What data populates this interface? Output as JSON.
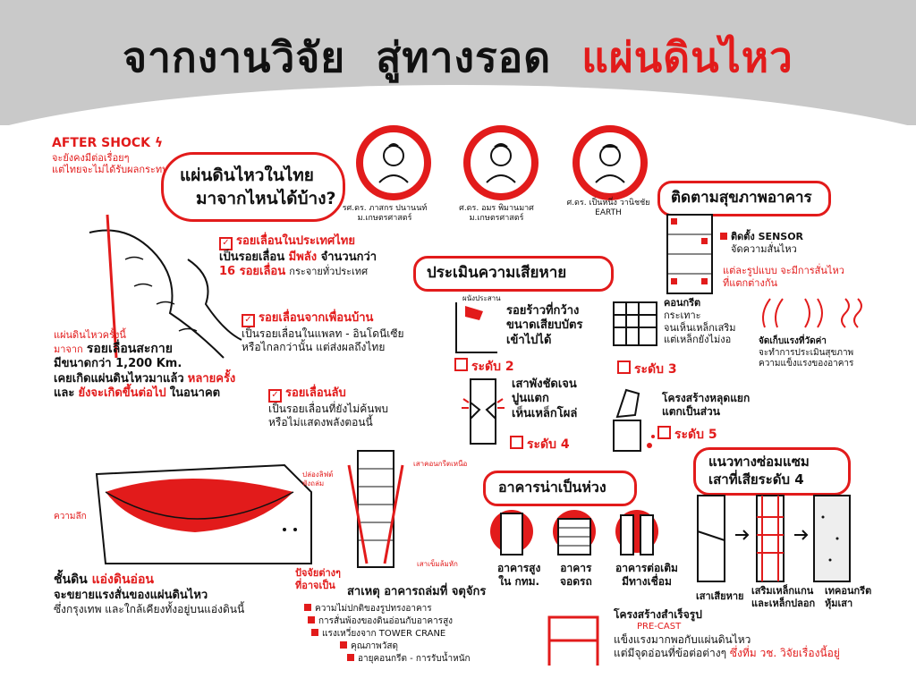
{
  "title": {
    "part1": "จากงานวิจัย",
    "part2": "สู่ทางรอด",
    "part3": "แผ่นดินไหว"
  },
  "aftershock": {
    "heading": "AFTER SHOCK",
    "line1": "จะยังคงมีต่อเรื่อยๆ",
    "line2": "แต่ไทยจะไม่ได้รับผลกระทบ"
  },
  "question": {
    "line1": "แผ่นดินไหวในไทย",
    "line2": "มาจากไหนได้บ้าง?"
  },
  "people": [
    {
      "name": "รศ.ดร. ภาสกร ปนานนท์",
      "org": "ม.เกษตรศาสตร์"
    },
    {
      "name": "ศ.ดร. อมร พิมานมาศ",
      "org": "ม.เกษตรศาสตร์"
    },
    {
      "name": "ศ.ดร. เป็นหนึ่ง วานิชชัย",
      "org": "EARTH"
    }
  ],
  "faults": {
    "f1_head": "รอยเลื่อนในประเทศไทย",
    "f1_line1a": "เป็นรอยเลื่อน",
    "f1_line1b": "มีพลัง",
    "f1_line1c": "จำนวนกว่า",
    "f1_line2a": "16 รอยเลื่อน",
    "f1_line2b": "กระจายทั่วประเทศ",
    "f2_head": "รอยเลื่อนจากเพื่อนบ้าน",
    "f2_line1": "เป็นรอยเลื่อนในแพลท - อินโดนีเซีย",
    "f2_line2": "หรือไกลกว่านั้น แต่ส่งผลถึงไทย",
    "f3_head": "รอยเลื่อนลับ",
    "f3_line1": "เป็นรอยเลื่อนที่ยังไม่ค้นพบ",
    "f3_line2": "หรือไม่แสดงพลังตอนนี้"
  },
  "sagaing": {
    "l1": "แผ่นดินไหวครั้งนี้",
    "l2a": "มาจาก",
    "l2b": "รอยเลื่อนสะกาย",
    "l3": "มีขนาดกว่า 1,200 Km.",
    "l4a": "เคยเกิดแผ่นดินไหวมาแล้ว",
    "l4b": "หลายครั้ง",
    "l5a": "และ",
    "l5b": "ยังจะเกิดขึ้นต่อไป",
    "l5c": "ในอนาคต"
  },
  "monitor": {
    "heading": "ติดตามสุขภาพอาคาร",
    "sensor1": "ติดตั้ง SENSOR",
    "sensor2": "จัดความสั่นไหว",
    "form1": "แต่ละรูปแบบ จะมีการสั่นไหว",
    "form2": "ที่แตกต่างกัน",
    "note1": "จัดเก็บแรงที่วัดค่า",
    "note2": "จะทำการประเมินสุขภาพ",
    "note3": "ความแข็งแรงของอาคาร"
  },
  "assess": {
    "heading": "ประเมินความเสียหาย",
    "small": "ผนังประสาน",
    "l2_1": "รอยร้าวที่กว้าง",
    "l2_2": "ขนาดเสียบบัตร",
    "l2_3": "เข้าไปได้",
    "lvl2": "ระดับ 2",
    "l3_1": "คอนกรีต",
    "l3_2": "กระเทาะ",
    "l3_3": "จนเห็นเหล็กเสริม",
    "l3_4": "แต่เหล็กยังไม่งอ",
    "lvl3": "ระดับ 3",
    "l4_1": "เสาพังชัดเจน",
    "l4_2": "ปูนแตก",
    "l4_3": "เห็นเหล็กโผล่",
    "lvl4": "ระดับ 4",
    "l5_1": "โครงสร้างหลุดแยก",
    "l5_2": "แตกเป็นส่วน",
    "lvl5": "ระดับ 5"
  },
  "soil": {
    "depth": "ความลึก",
    "l1a": "ชั้นดิน",
    "l1b": "แอ่งดินอ่อน",
    "l2": "จะขยายแรงสั่นของแผ่นดินไหว",
    "l3": "ซึ่งกรุงเทพ และใกล้เคียงทั้งอยู่บนแอ่งดินนี้"
  },
  "tower": {
    "top_left": "ปล่องลิฟต์",
    "top_left2": "พังถล่ม",
    "top_right": "เสาคอนกรีตเหนือ",
    "right_low": "เสาเข็มล้มหัก",
    "factors_head": "ปัจจัยต่างๆ",
    "factors_head2": "ที่อาจเป็น",
    "cause_head": "สาเหตุ อาคารถล่มที่ จตุจักร",
    "causes": [
      "ความไม่ปกติของรูปทรงอาคาร",
      "การสั่นพ้องของดินอ่อนกับอาคารสูง",
      "แรงเหวี่ยงจาก TOWER CRANE",
      "คุณภาพวัสดุ",
      "อายุคอนกรีต - การรับน้ำหนัก"
    ]
  },
  "worry": {
    "heading": "อาคารน่าเป็นห่วง",
    "b1a": "อาคารสูง",
    "b1b": "ใน กทม.",
    "b2a": "อาคาร",
    "b2b": "จอดรถ",
    "b3a": "อาคารต่อเติม",
    "b3b": "มีทางเชื่อม"
  },
  "repair": {
    "heading1": "แนวทางซ่อมแซม",
    "heading2": "เสาที่เสียระดับ 4",
    "s1": "เสาเสียหาย",
    "s2a": "เสริมเหล็กแกน",
    "s2b": "และเหล็กปลอก",
    "s3a": "เทคอนกรีต",
    "s3b": "หุ้มเสา"
  },
  "precast": {
    "l1": "โครงสร้างสำเร็จรูป",
    "l2": "PRE-CAST",
    "l3": "แข็งแรงมากพอกับแผ่นดินไหว",
    "l4a": "แต่มีจุดอ่อนที่ข้อต่อต่างๆ",
    "l4b": "ซึ่งที่ม วช. วิจัยเรื่องนี้อยู่"
  },
  "colors": {
    "accent": "#e21b1b",
    "ink": "#111111",
    "band": "#c9c9c9"
  }
}
